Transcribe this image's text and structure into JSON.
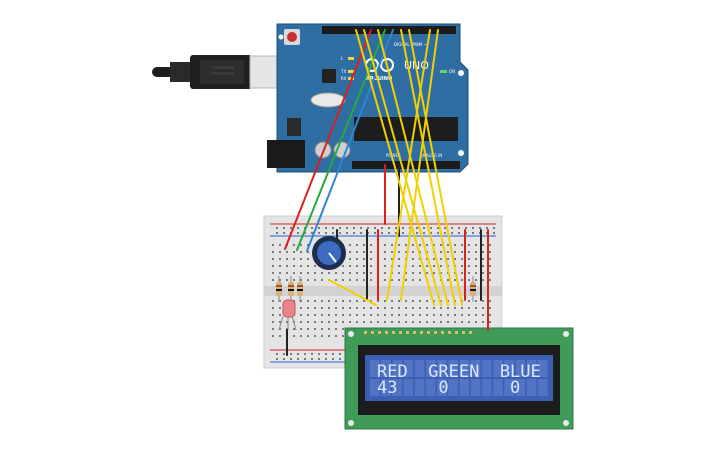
{
  "board": {
    "brand": "ARDUINO",
    "model": "UNO",
    "digital_label": "DIGITAL (PWM ~)",
    "power_label": "POWER",
    "analog_label": "ANALOG IN",
    "tx_label": "TX",
    "rx_label": "RX",
    "l_label": "L",
    "on_label": "ON"
  },
  "lcd": {
    "line1": "RED  GREEN  BLUE",
    "line2": "43    0      0"
  },
  "colors": {
    "board_blue": "#2f6ea3",
    "breadboard": "#e4e4e4",
    "lcd_pcb": "#3f9b57",
    "lcd_screen": "#3d5fb3",
    "wire_red": "#d92121",
    "wire_green": "#27a844",
    "wire_blue": "#2a86d6",
    "wire_yellow": "#f0d000",
    "wire_black": "#222222"
  }
}
